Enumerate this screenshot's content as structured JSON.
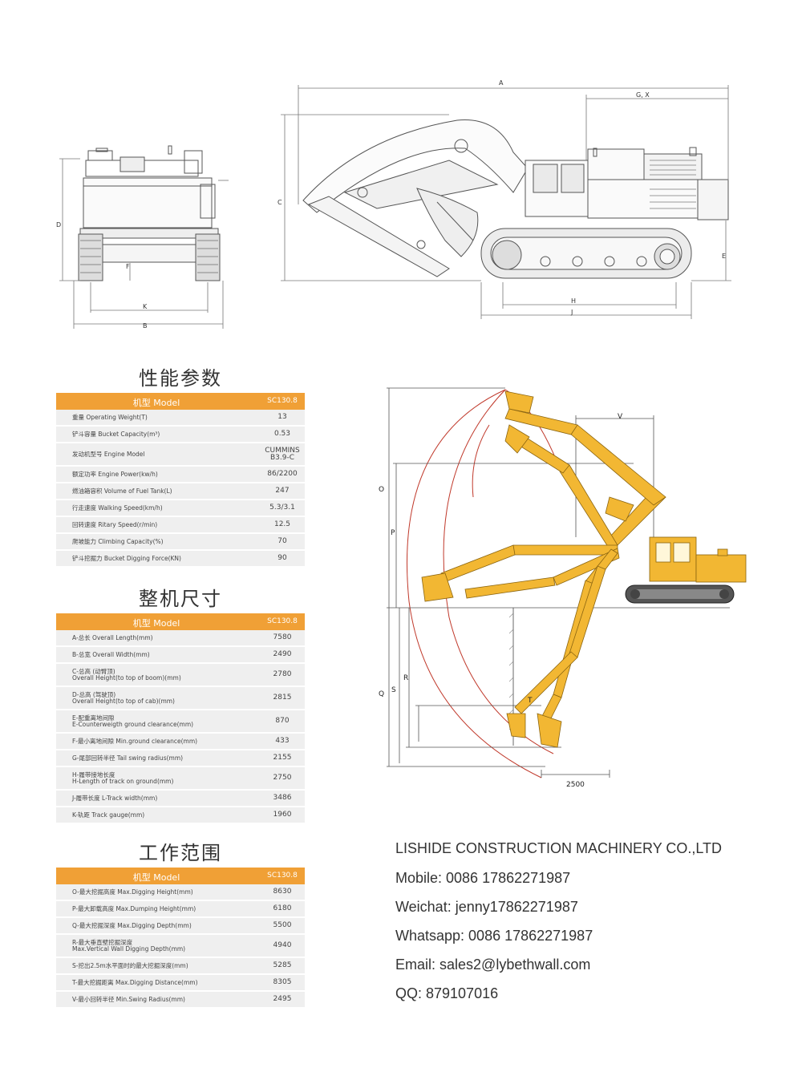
{
  "dimension_letters": {
    "A": "A",
    "GX": "G, X",
    "C": "C",
    "D": "D",
    "E": "E",
    "F": "F",
    "H": "H",
    "J": "J",
    "K": "K",
    "B": "B"
  },
  "range_letters": {
    "V": "V",
    "O": "O",
    "P": "P",
    "Q": "Q",
    "S": "S",
    "R": "R",
    "T": "T",
    "dist": "2500"
  },
  "performance": {
    "title": "性能参数",
    "header_label": "机型 Model",
    "header_value": "SC130.8",
    "rows": [
      {
        "label": "重量 Operating Weight(T)",
        "value": "13"
      },
      {
        "label": "铲斗容量 Bucket Capacity(m³)",
        "value": "0.53"
      },
      {
        "label": "发动机型号 Engine Model",
        "value": "CUMMINS\nB3.9-C"
      },
      {
        "label": "额定功率 Engine Power(kw/h)",
        "value": "86/2200"
      },
      {
        "label": "燃油箱容积 Volume of Fuel Tank(L)",
        "value": "247"
      },
      {
        "label": "行走速度 Walking Speed(km/h)",
        "value": "5.3/3.1"
      },
      {
        "label": "回转速度 Ritary Speed(r/min)",
        "value": "12.5"
      },
      {
        "label": "爬坡能力 Climbing Capacity(%)",
        "value": "70"
      },
      {
        "label": "铲斗挖掘力 Bucket Digging Force(KN)",
        "value": "90"
      }
    ]
  },
  "dimensions": {
    "title": "整机尺寸",
    "header_label": "机型 Model",
    "header_value": "SC130.8",
    "rows": [
      {
        "label": "A-总长 Overall Length(mm)",
        "value": "7580"
      },
      {
        "label": "B-总宽 Overall Width(mm)",
        "value": "2490"
      },
      {
        "label": "C-总高 (动臂顶)\nOverall Height(to top of boom)(mm)",
        "value": "2780"
      },
      {
        "label": "D-总高 (驾驶顶)\nOverall Height(to top of cab)(mm)",
        "value": "2815"
      },
      {
        "label": "E-配重离地间隙\nE-Counterweigth ground clearance(mm)",
        "value": "870"
      },
      {
        "label": "F-最小离地间隙  Min.ground clearance(mm)",
        "value": "433"
      },
      {
        "label": "G-尾部回转半径  Tail swing radius(mm)",
        "value": "2155"
      },
      {
        "label": "H-履带接地长度\nH-Length of track on ground(mm)",
        "value": "2750"
      },
      {
        "label": "J-履带长度 L-Track width(mm)",
        "value": "3486"
      },
      {
        "label": "K-轨距  Track gauge(mm)",
        "value": "1960"
      }
    ]
  },
  "working_range": {
    "title": "工作范围",
    "header_label": "机型 Model",
    "header_value": "SC130.8",
    "rows": [
      {
        "label": "O-最大挖掘高度 Max.Digging Height(mm)",
        "value": "8630"
      },
      {
        "label": "P-最大卸载高度 Max.Dumping Height(mm)",
        "value": "6180"
      },
      {
        "label": "Q-最大挖掘深度 Max.Digging Depth(mm)",
        "value": "5500"
      },
      {
        "label": "R-最大垂直壁挖掘深度\nMax.Vertical Wall Digging Depth(mm)",
        "value": "4940"
      },
      {
        "label": "S-挖出2.5m水平面时的最大挖掘深度(mm)",
        "value": "5285"
      },
      {
        "label": "T-最大挖掘距离 Max.Digging Distance(mm)",
        "value": "8305"
      },
      {
        "label": "V-最小回转半径 Min.Swing Radius(mm)",
        "value": "2495"
      }
    ]
  },
  "contact": {
    "company": "LISHIDE CONSTRUCTION MACHINERY CO.,LTD",
    "mobile": "Mobile: 0086 17862271987",
    "weichat": "Weichat: jenny17862271987",
    "whatsapp": "Whatsapp: 0086 17862271987",
    "email": "Email: sales2@lybethwall.com",
    "qq": "QQ: 879107016"
  },
  "colors": {
    "header_orange": "#f0a036",
    "machine_yellow": "#f2b733",
    "arc_red": "#c0392b",
    "row_gray": "#efefef"
  }
}
